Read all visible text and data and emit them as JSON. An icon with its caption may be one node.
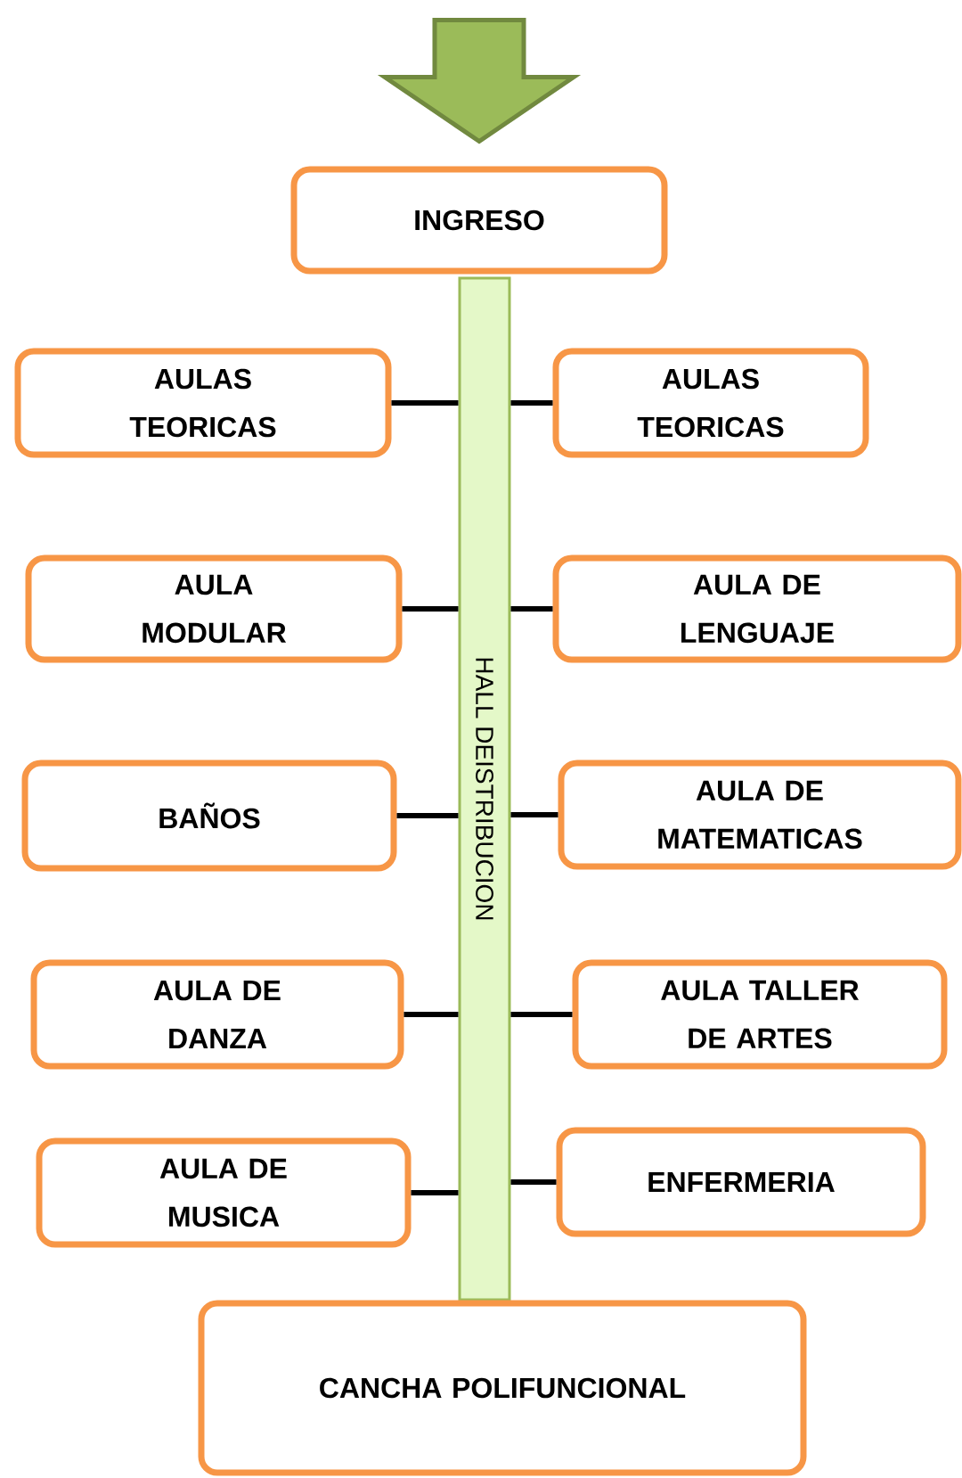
{
  "diagram": {
    "nodes": [
      {
        "text": [
          "INGRESO"
        ]
      },
      {
        "text": [
          "HALL DEISTRIBUCION"
        ]
      },
      {
        "text": [
          "AULAS TEORICAS"
        ]
      },
      {
        "text": [
          "AULAS TEORICAS"
        ]
      },
      {
        "text": [
          "AULA MODULAR"
        ]
      },
      {
        "text": [
          "AULA DE LENGUAJE"
        ]
      },
      {
        "text": [
          "BAÑOS"
        ]
      },
      {
        "text": [
          "AULA DE MATEMATICAS"
        ]
      },
      {
        "text": [
          "AULA DE DANZA"
        ]
      },
      {
        "text": [
          "AULA TALLER DE ARTES"
        ]
      },
      {
        "text": [
          "AULA DE MUSICA"
        ]
      },
      {
        "text": [
          "ENFERMERIA"
        ]
      },
      {
        "text": [
          "CANCHA POLIFUNCIONAL"
        ]
      }
    ],
    "edges": [
      {
        "from": null,
        "to": 0,
        "arrow": "to"
      },
      {
        "from": 1,
        "to": 2,
        "arrow": "none"
      },
      {
        "from": 1,
        "to": 3,
        "arrow": "none"
      },
      {
        "from": 1,
        "to": 4,
        "arrow": "none"
      },
      {
        "from": 1,
        "to": 5,
        "arrow": "none"
      },
      {
        "from": 1,
        "to": 6,
        "arrow": "none"
      },
      {
        "from": 1,
        "to": 7,
        "arrow": "none"
      },
      {
        "from": 1,
        "to": 8,
        "arrow": "none"
      },
      {
        "from": 1,
        "to": 9,
        "arrow": "none"
      },
      {
        "from": 1,
        "to": 10,
        "arrow": "none"
      },
      {
        "from": 1,
        "to": 11,
        "arrow": "none"
      }
    ]
  }
}
